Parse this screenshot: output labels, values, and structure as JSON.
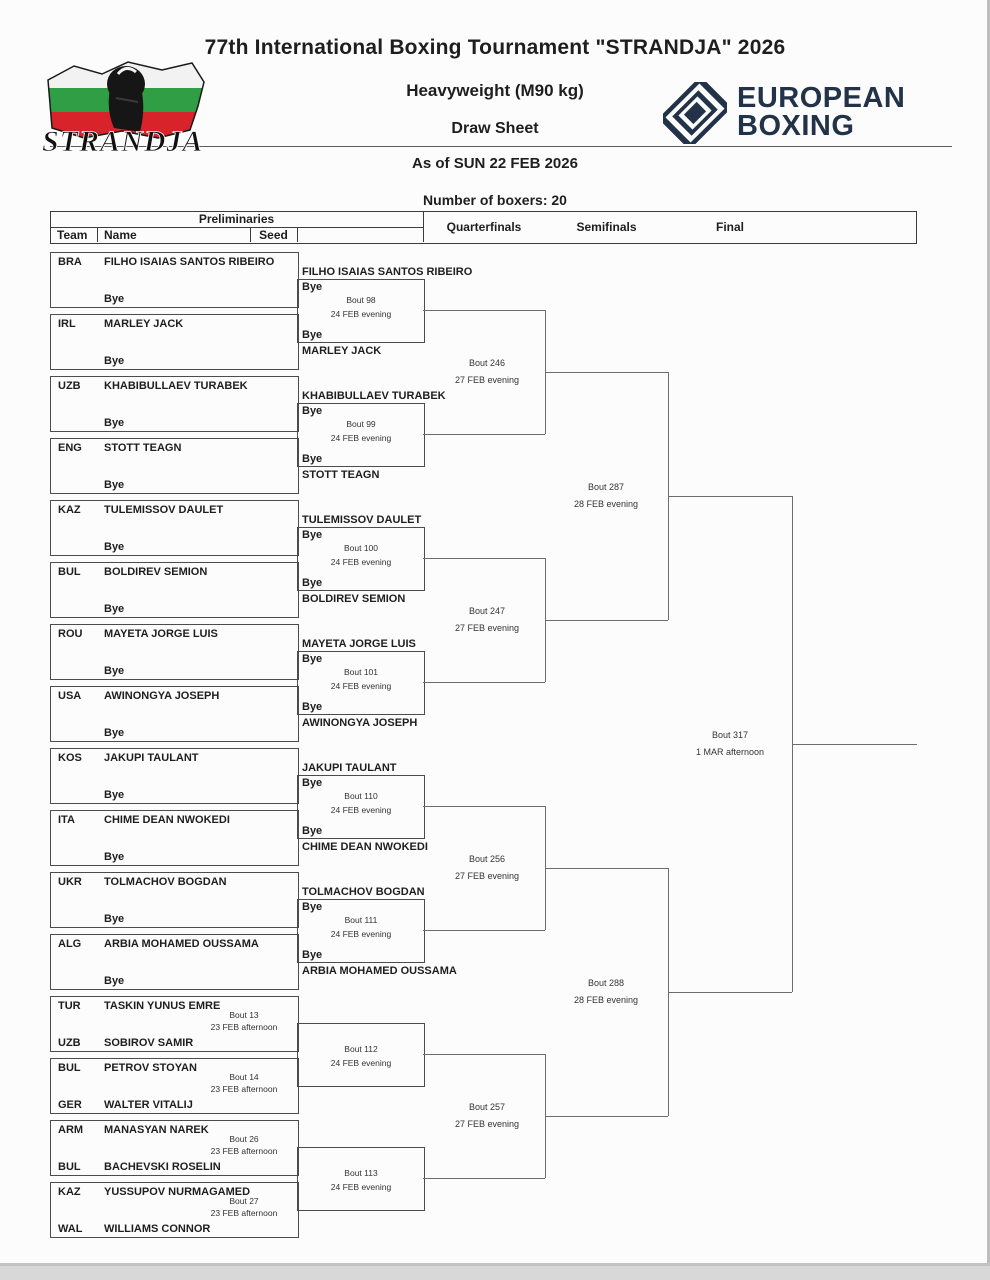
{
  "header": {
    "title": "77th International Boxing Tournament \"STRANDJA\" 2026",
    "category": "Heavyweight (M90 kg)",
    "sheet_type": "Draw Sheet",
    "as_of": "As of SUN 22 FEB 2026",
    "boxer_count": "Number of boxers: 20",
    "strandja_logo_text": "STRANDJA",
    "european_logo_line1": "EUROPEAN",
    "european_logo_line2": "BOXING",
    "logo_navy": "#223349",
    "flag_white": "#f2f2f2",
    "flag_green": "#2f9e45",
    "flag_red": "#d8232a"
  },
  "columns": {
    "preliminaries": "Preliminaries",
    "team": "Team",
    "name": "Name",
    "seed": "Seed",
    "quarterfinals": "Quarterfinals",
    "semifinals": "Semifinals",
    "final": "Final"
  },
  "bye_label": "Bye",
  "prelim_entries": [
    {
      "team": "BRA",
      "name": "FILHO ISAIAS SANTOS RIBEIRO"
    },
    {
      "team": "IRL",
      "name": "MARLEY JACK"
    },
    {
      "team": "UZB",
      "name": "KHABIBULLAEV TURABEK"
    },
    {
      "team": "ENG",
      "name": "STOTT TEAGN"
    },
    {
      "team": "KAZ",
      "name": "TULEMISSOV DAULET"
    },
    {
      "team": "BUL",
      "name": "BOLDIREV SEMION"
    },
    {
      "team": "ROU",
      "name": "MAYETA JORGE LUIS"
    },
    {
      "team": "USA",
      "name": "AWINONGYA JOSEPH"
    },
    {
      "team": "KOS",
      "name": "JAKUPI TAULANT"
    },
    {
      "team": "ITA",
      "name": "CHIME DEAN NWOKEDI"
    },
    {
      "team": "UKR",
      "name": "TOLMACHOV BOGDAN"
    },
    {
      "team": "ALG",
      "name": "ARBIA MOHAMED OUSSAMA"
    }
  ],
  "prelim_bouts": [
    {
      "team1": "TUR",
      "name1": "TASKIN YUNUS EMRE",
      "team2": "UZB",
      "name2": "SOBIROV SAMIR",
      "bout": "Bout 13",
      "date": "23 FEB afternoon"
    },
    {
      "team1": "BUL",
      "name1": "PETROV STOYAN",
      "team2": "GER",
      "name2": "WALTER VITALIJ",
      "bout": "Bout 14",
      "date": "23 FEB afternoon"
    },
    {
      "team1": "ARM",
      "name1": "MANASYAN NAREK",
      "team2": "BUL",
      "name2": "BACHEVSKI ROSELIN",
      "bout": "Bout 26",
      "date": "23 FEB afternoon"
    },
    {
      "team1": "KAZ",
      "name1": "YUSSUPOV NURMAGAMED",
      "team2": "WAL",
      "name2": "WILLIAMS CONNOR",
      "bout": "Bout 27",
      "date": "23 FEB afternoon"
    }
  ],
  "r16_bouts": [
    {
      "bout": "Bout 98",
      "date": "24 FEB evening",
      "top_name": "FILHO ISAIAS SANTOS RIBEIRO",
      "bottom_name": "MARLEY JACK"
    },
    {
      "bout": "Bout 99",
      "date": "24 FEB evening",
      "top_name": "KHABIBULLAEV TURABEK",
      "bottom_name": "STOTT TEAGN"
    },
    {
      "bout": "Bout 100",
      "date": "24 FEB evening",
      "top_name": "TULEMISSOV DAULET",
      "bottom_name": "BOLDIREV SEMION"
    },
    {
      "bout": "Bout 101",
      "date": "24 FEB evening",
      "top_name": "MAYETA JORGE LUIS",
      "bottom_name": "AWINONGYA JOSEPH"
    },
    {
      "bout": "Bout 110",
      "date": "24 FEB evening",
      "top_name": "JAKUPI TAULANT",
      "bottom_name": "CHIME DEAN NWOKEDI"
    },
    {
      "bout": "Bout 111",
      "date": "24 FEB evening",
      "top_name": "TOLMACHOV BOGDAN",
      "bottom_name": "ARBIA MOHAMED OUSSAMA"
    }
  ],
  "r16_tbd": [
    {
      "bout": "Bout 112",
      "date": "24 FEB evening"
    },
    {
      "bout": "Bout 113",
      "date": "24 FEB evening"
    }
  ],
  "quarterfinals": [
    {
      "bout": "Bout 246",
      "date": "27 FEB evening"
    },
    {
      "bout": "Bout 247",
      "date": "27 FEB evening"
    },
    {
      "bout": "Bout 256",
      "date": "27 FEB evening"
    },
    {
      "bout": "Bout 257",
      "date": "27 FEB evening"
    }
  ],
  "semifinals": [
    {
      "bout": "Bout 287",
      "date": "28 FEB evening"
    },
    {
      "bout": "Bout 288",
      "date": "28 FEB evening"
    }
  ],
  "final": {
    "bout": "Bout 317",
    "date": "1 MAR afternoon"
  }
}
